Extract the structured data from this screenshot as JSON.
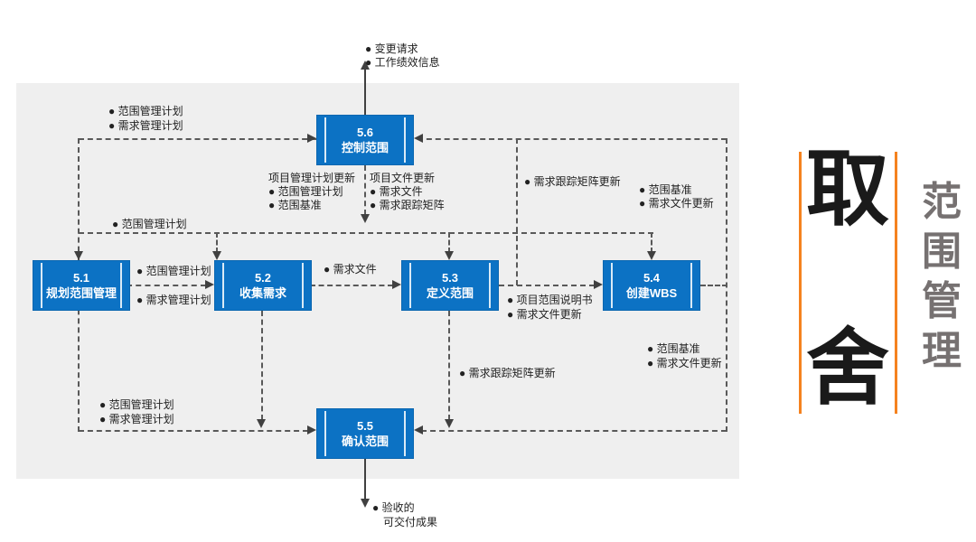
{
  "side": {
    "big_chars": [
      "取",
      "舍"
    ],
    "vertical_title": "范围管理",
    "vertical_title_chars": [
      "范",
      "围",
      "管",
      "理"
    ]
  },
  "colors": {
    "process_box_blue": "#0c72c4",
    "panel_gray": "#efefef",
    "connector_gray": "#595959",
    "accent_orange": "#f5821f",
    "side_title_gray": "#767171",
    "big_text_black": "#1a1a1a"
  },
  "diagram": {
    "boxes": [
      {
        "num": "5.1",
        "name": "规划范围管理"
      },
      {
        "num": "5.2",
        "name": "收集需求"
      },
      {
        "num": "5.3",
        "name": "定义范围"
      },
      {
        "num": "5.4",
        "name": "创建WBS"
      },
      {
        "num": "5.5",
        "name": "确认范围"
      },
      {
        "num": "5.6",
        "name": "控制范围"
      }
    ],
    "labels": {
      "above_56": {
        "lines": [
          "● 变更请求",
          "● 工作绩效信息"
        ]
      },
      "top_left": {
        "lines": [
          "● 范围管理计划",
          "● 需求管理计划"
        ]
      },
      "below_56_left": {
        "lines": [
          "项目管理计划更新",
          "● 范围管理计划",
          "● 范围基准"
        ]
      },
      "below_56_right": {
        "lines": [
          "项目文件更新",
          "● 需求文件",
          "● 需求跟踪矩阵"
        ]
      },
      "rtm_update_top": {
        "lines": [
          "● 需求跟踪矩阵更新"
        ]
      },
      "right_top": {
        "lines": [
          "● 范围基准",
          "● 需求文件更新"
        ]
      },
      "mid_scope_plan": {
        "lines": [
          "● 范围管理计划"
        ]
      },
      "between_51_52_top": {
        "lines": [
          "● 范围管理计划"
        ]
      },
      "between_51_52_bottom": {
        "lines": [
          "● 需求管理计划"
        ]
      },
      "between_52_53": {
        "lines": [
          "● 需求文件"
        ]
      },
      "out_53": {
        "lines": [
          "● 项目范围说明书",
          "● 需求文件更新"
        ]
      },
      "right_mid": {
        "lines": [
          "● 范围基准",
          "● 需求文件更新"
        ]
      },
      "rtm_update_bottom": {
        "lines": [
          "● 需求跟踪矩阵更新"
        ]
      },
      "bottom_left": {
        "lines": [
          "● 范围管理计划",
          "● 需求管理计划"
        ]
      },
      "deliverables": {
        "lines": [
          "● 验收的",
          "可交付成果"
        ]
      }
    }
  }
}
